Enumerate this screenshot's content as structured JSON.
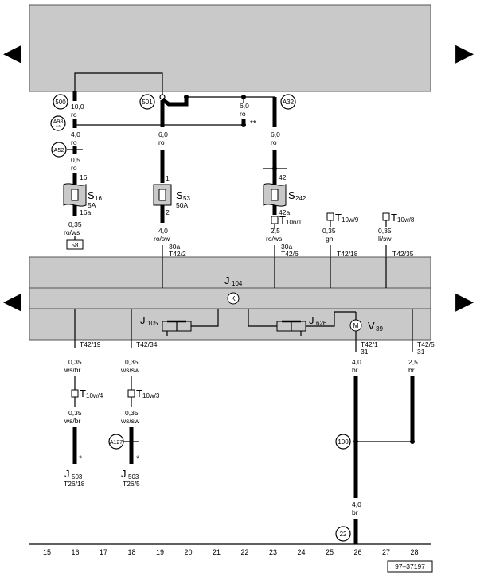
{
  "nav": {
    "prev": "◀",
    "next": "▶"
  },
  "relay_panel": {
    "terminals": [
      "500",
      "501",
      "A32"
    ],
    "connector_A98": "A98",
    "connector_A52": "A52",
    "stars": "**"
  },
  "wires": {
    "w500": {
      "size": "10,0",
      "color": "ro"
    },
    "w98": {
      "size": "4,0",
      "color": "ro"
    },
    "w52": {
      "size": "0,5",
      "color": "ro"
    },
    "w501": {
      "size": "6,0",
      "color": "ro"
    },
    "w22": {
      "size": "6,0",
      "color": "ro"
    },
    "wA32": {
      "size": "6,0",
      "color": "ro"
    },
    "w16": {
      "size": "0,35",
      "color": "ro/ws"
    },
    "w19": {
      "size": "4,0",
      "color": "ro/sw"
    },
    "w23": {
      "size": "2,5",
      "color": "ro/ws"
    },
    "w25": {
      "size": "0,35",
      "color": "gn"
    },
    "w27": {
      "size": "0,35",
      "color": "li/sw"
    },
    "w16a": {
      "size": "0,35",
      "color": "ws/br"
    },
    "w16b": {
      "size": "0,35",
      "color": "ws/br"
    },
    "w18a": {
      "size": "0,35",
      "color": "ws/sw"
    },
    "w18b": {
      "size": "0,35",
      "color": "ws/sw"
    },
    "w26a": {
      "size": "4,0",
      "color": "br"
    },
    "w26b": {
      "size": "4,0",
      "color": "br"
    },
    "w28": {
      "size": "2,5",
      "color": "br"
    }
  },
  "fuses": {
    "s16": {
      "name": "S",
      "num": "16",
      "amps": "5A",
      "pin_in": "16",
      "pin_out": "16a"
    },
    "s53": {
      "name": "S",
      "num": "53",
      "amps": "50A",
      "pin_in": "1",
      "pin_out": "2"
    },
    "s242": {
      "name": "S",
      "num": "242",
      "pin_in": "42",
      "pin_out": "42a"
    }
  },
  "fuse_box_label": "58",
  "connectors": {
    "t10n1": {
      "name": "T",
      "sub": "10n/1"
    },
    "t10w9": {
      "name": "T",
      "sub": "10w/9"
    },
    "t10w8": {
      "name": "T",
      "sub": "10w/8"
    },
    "t10w4": {
      "name": "T",
      "sub": "10w/4"
    },
    "t10w3": {
      "name": "T",
      "sub": "10w/3"
    }
  },
  "pins_top": {
    "p19a": "30a",
    "p19b": "T42/2",
    "p23a": "30a",
    "p23b": "T42/6",
    "p25": "T42/18",
    "p27": "T42/35"
  },
  "pins_bottom": {
    "p16": "T42/19",
    "p18": "T42/34",
    "p26a": "T42/1",
    "p26b": "31",
    "p28a": "T42/5",
    "p28b": "31"
  },
  "control_unit": {
    "j104": {
      "name": "J",
      "num": "104"
    },
    "k_symbol": "K",
    "j105": {
      "name": "J",
      "num": "105"
    },
    "j626": {
      "name": "J",
      "num": "626"
    },
    "motor": "M",
    "v39": {
      "name": "V",
      "num": "39"
    }
  },
  "bottom_parts": {
    "j503a": {
      "name": "J",
      "num": "503",
      "pin": "T26/18"
    },
    "j503b": {
      "name": "J",
      "num": "503",
      "pin": "T26/5"
    },
    "a127": "A127",
    "node100": "100",
    "node22": "22",
    "star": "*"
  },
  "grid_numbers": [
    "15",
    "16",
    "17",
    "18",
    "19",
    "20",
    "21",
    "22",
    "23",
    "24",
    "25",
    "26",
    "27",
    "28"
  ],
  "figure_code": "97–37197"
}
